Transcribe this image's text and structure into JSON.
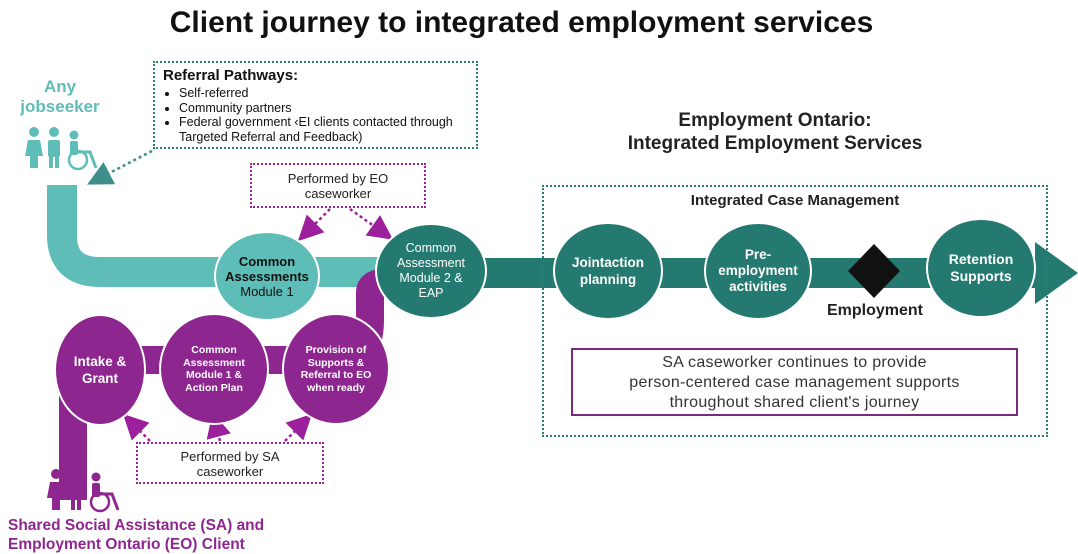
{
  "title": "Client journey to integrated employment services",
  "any_jobseeker": [
    "Any",
    "jobseeker"
  ],
  "referral": {
    "title": "Referral Pathways:",
    "items": [
      "Self-referred",
      "Community partners",
      "Federal government ‹EI clients contacted through Targeted Referral and Feedback)"
    ]
  },
  "eo_title": [
    "Employment Ontario:",
    "Integrated Employment Services"
  ],
  "performed_eo": [
    "Performed by EO",
    "caseworker"
  ],
  "performed_sa": [
    "Performed by SA",
    "caseworker"
  ],
  "icm_title": "Integrated Case Management",
  "employment_label": "Employment",
  "sa_note": [
    "SA caseworker continues to provide",
    "person-centered  case management  supports",
    "throughout shared client's journey"
  ],
  "shared_client": [
    "Shared Social Assistance (SA) and",
    "Employment Ontario (EO) Client"
  ],
  "nodes": {
    "ca1": [
      "Common",
      "Assessments",
      "Module 1"
    ],
    "ca2": [
      "Common",
      "Assessment",
      "Module 2 &",
      "EAP"
    ],
    "joint": [
      "Jointaction",
      "planning"
    ],
    "pre": [
      "Pre-",
      "employment",
      "activities"
    ],
    "retention": [
      "Retention",
      "Supports"
    ],
    "intake": [
      "Intake &",
      "Grant"
    ],
    "camod": [
      "Common",
      "Assessment",
      "Module 1 &",
      "Action Plan"
    ],
    "prov": [
      "Provision of",
      "Supports &",
      "Referral to EO",
      "when ready"
    ]
  },
  "colors": {
    "teal_light": "#5fbdb8",
    "teal_mid": "#3a9e96",
    "teal_dark": "#247a70",
    "purple": "#8e2690",
    "purple_dark": "#7b2a7b",
    "dotted_green": "#2e7d6e"
  }
}
